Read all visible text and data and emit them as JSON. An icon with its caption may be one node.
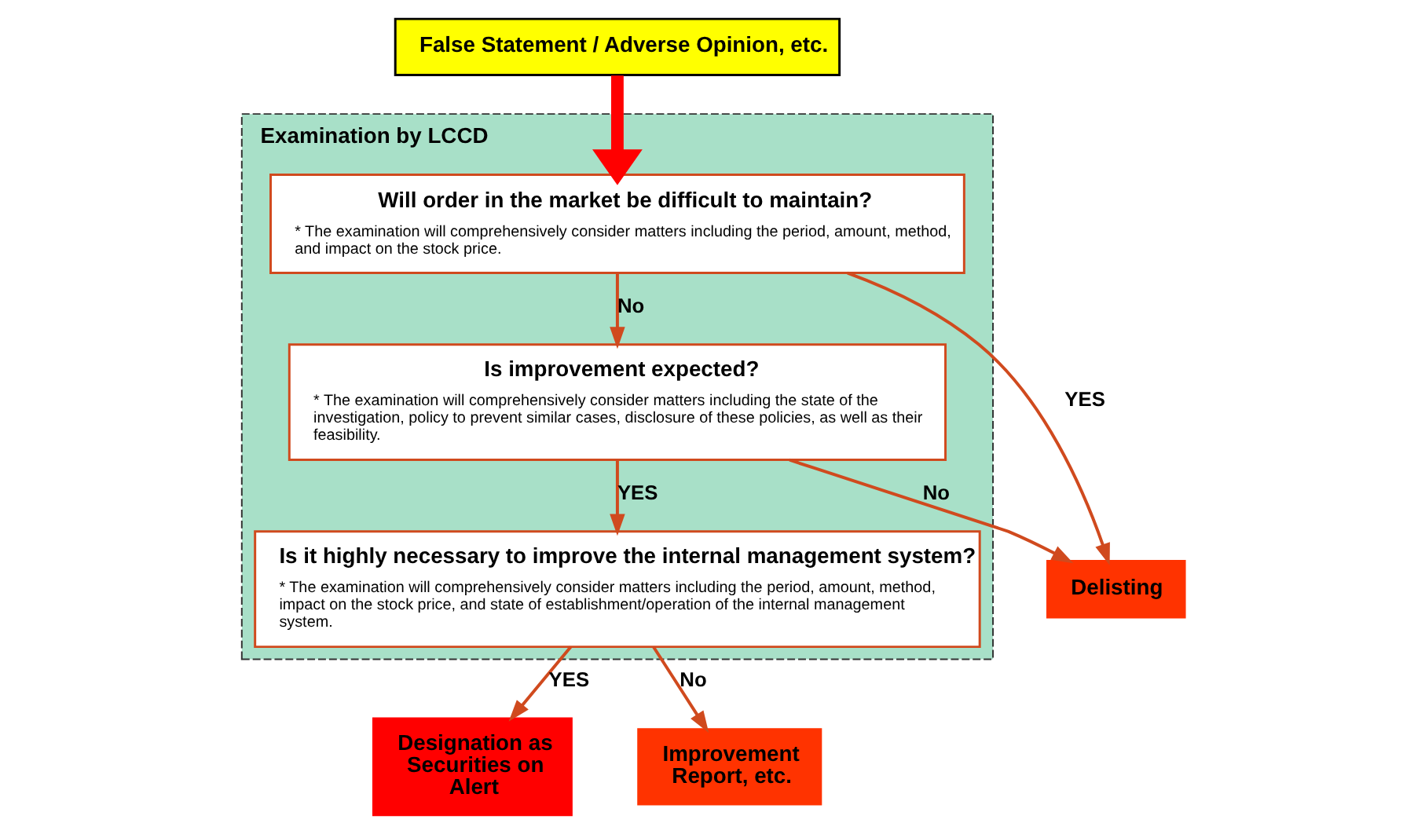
{
  "diagram": {
    "nodes": [
      {
        "text": [
          "False Statement / Adverse Opinion, etc."
        ]
      },
      {
        "text": [
          "Examination by LCCD"
        ]
      },
      {
        "text": [
          "Will order in the market be difficult to maintain?",
          "* The examination will comprehensively consider matters including the period, amount, method, and impact on the stock price."
        ],
        "in": 1
      },
      {
        "text": [
          "Is improvement expected?",
          "* The examination will comprehensively consider matters including the state of the investigation, policy to prevent similar cases, disclosure of these policies, as well as their feasibility."
        ],
        "in": 1
      },
      {
        "text": [
          "Is it highly necessary to improve the internal management system?",
          "* The examination will comprehensively consider matters including the period, amount, method, impact on the stock price, and state of establishment/operation of the internal management system."
        ],
        "in": 1
      },
      {
        "text": [
          "Delisting"
        ]
      },
      {
        "text": [
          "Designation as Securities on Alert"
        ]
      },
      {
        "text": [
          "Improvement Report, etc."
        ]
      }
    ],
    "edges": [
      {
        "from": 0,
        "to": 2,
        "arrow": "to",
        "style": "thick",
        "color": "#ff0000"
      },
      {
        "from": 2,
        "to": 5,
        "arrow": "to",
        "label": "YES"
      },
      {
        "from": 2,
        "to": 3,
        "arrow": "to",
        "label": "No"
      },
      {
        "from": 3,
        "to": 5,
        "arrow": "to",
        "label": "No"
      },
      {
        "from": 3,
        "to": 4,
        "arrow": "to",
        "label": "YES"
      },
      {
        "from": 4,
        "to": 6,
        "arrow": "to",
        "label": "YES"
      },
      {
        "from": 4,
        "to": 7,
        "arrow": "to",
        "label": "No"
      }
    ]
  }
}
